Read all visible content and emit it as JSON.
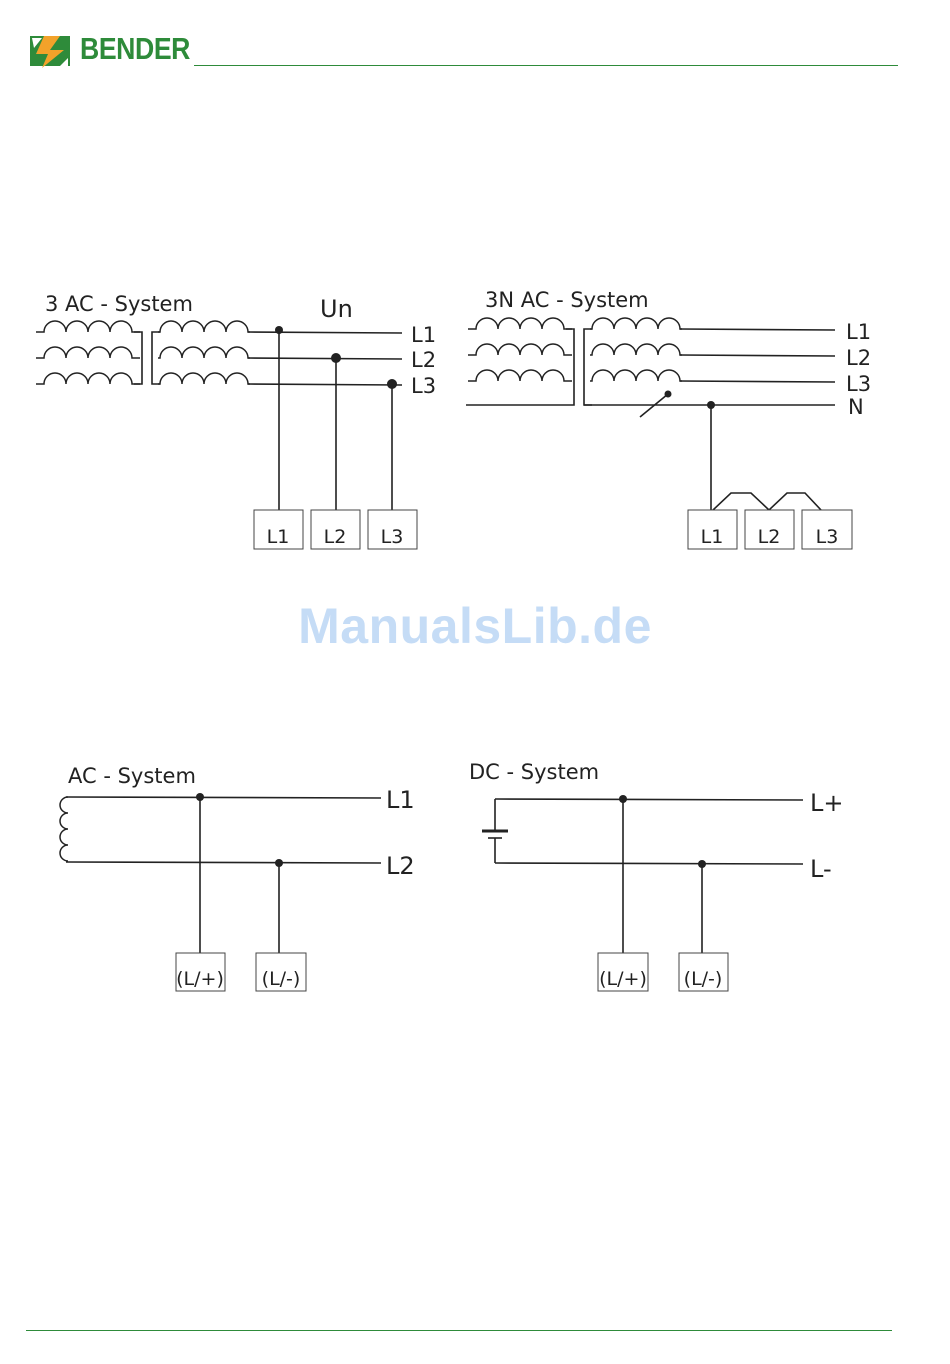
{
  "header": {
    "brand": "BENDER"
  },
  "watermark": "ManualsLib.de",
  "diagrams": {
    "three_ac": {
      "title": "3 AC - System",
      "voltage_label": "Un",
      "lines": [
        "L1",
        "L2",
        "L3"
      ],
      "terminals": [
        "L1",
        "L2",
        "L3"
      ]
    },
    "three_n_ac": {
      "title": "3N AC - System",
      "lines": [
        "L1",
        "L2",
        "L3",
        "N"
      ],
      "terminals": [
        "L1",
        "L2",
        "L3"
      ]
    },
    "ac": {
      "title": "AC - System",
      "lines": [
        "L1",
        "L2"
      ],
      "terminals": [
        "(L/+)",
        "(L/-)"
      ]
    },
    "dc": {
      "title": "DC - System",
      "lines": [
        "L+",
        "L-"
      ],
      "terminals": [
        "(L/+)",
        "(L/-)"
      ]
    }
  },
  "colors": {
    "brand_green": "#2e8b3a",
    "logo_orange": "#f2a22a",
    "watermark": "#c5dcf6"
  }
}
